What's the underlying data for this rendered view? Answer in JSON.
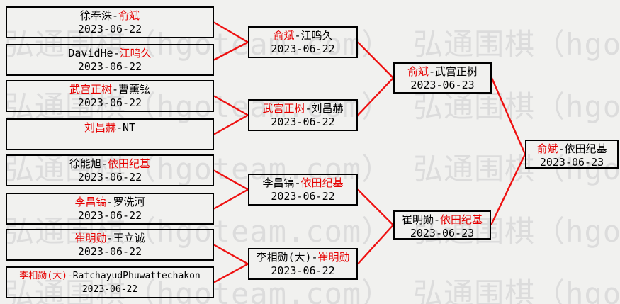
{
  "watermark": {
    "text": "弘通围棋（hgoteam.com）"
  },
  "colors": {
    "advance_red": "#e60000",
    "connector_red": "#ee1111",
    "watermark_gray": "#dcdcdc",
    "border_black": "#000000",
    "background": "#f1f1ef"
  },
  "rounds": {
    "round_of_16": [
      {
        "segments": [
          {
            "text": "徐奉洙-",
            "win": false
          },
          {
            "text": "俞斌",
            "win": true
          }
        ],
        "date": "2023-06-22"
      },
      {
        "segments": [
          {
            "text": "DavidHe-",
            "win": false
          },
          {
            "text": "江鸣久",
            "win": true
          }
        ],
        "date": "2023-06-22"
      },
      {
        "segments": [
          {
            "text": "武宫正树",
            "win": true
          },
          {
            "text": "-曹薰铉",
            "win": false
          }
        ],
        "date": "2023-06-22"
      },
      {
        "segments": [
          {
            "text": "刘昌赫",
            "win": true
          },
          {
            "text": "-NT",
            "win": false
          }
        ],
        "date": ""
      },
      {
        "segments": [
          {
            "text": "徐能旭-",
            "win": false
          },
          {
            "text": "依田纪基",
            "win": true
          }
        ],
        "date": "2023-06-22"
      },
      {
        "segments": [
          {
            "text": "李昌镐",
            "win": true
          },
          {
            "text": "-罗洗河",
            "win": false
          }
        ],
        "date": "2023-06-22"
      },
      {
        "segments": [
          {
            "text": "崔明勋",
            "win": true
          },
          {
            "text": "-王立诚",
            "win": false
          }
        ],
        "date": "2023-06-22"
      },
      {
        "segments": [
          {
            "text": "李相勋(大)",
            "win": true
          },
          {
            "text": "-RatchayudPhuwattechakon",
            "win": false
          }
        ],
        "date": "2023-06-22"
      }
    ],
    "quarterfinals": [
      {
        "segments": [
          {
            "text": "俞斌",
            "win": true
          },
          {
            "text": "-江鸣久",
            "win": false
          }
        ],
        "date": "2023-06-22"
      },
      {
        "segments": [
          {
            "text": "武宫正树",
            "win": true
          },
          {
            "text": "-刘昌赫",
            "win": false
          }
        ],
        "date": "2023-06-22"
      },
      {
        "segments": [
          {
            "text": "李昌镐-",
            "win": false
          },
          {
            "text": "依田纪基",
            "win": true
          }
        ],
        "date": "2023-06-22"
      },
      {
        "segments": [
          {
            "text": "李相勋(大)-",
            "win": false
          },
          {
            "text": "崔明勋",
            "win": true
          }
        ],
        "date": "2023-06-22"
      }
    ],
    "semifinals": [
      {
        "segments": [
          {
            "text": "俞斌",
            "win": true
          },
          {
            "text": "-武宫正树",
            "win": false
          }
        ],
        "date": "2023-06-23"
      },
      {
        "segments": [
          {
            "text": "崔明勋-",
            "win": false
          },
          {
            "text": "依田纪基",
            "win": true
          }
        ],
        "date": "2023-06-23"
      }
    ],
    "final": [
      {
        "segments": [
          {
            "text": "俞斌",
            "win": true
          },
          {
            "text": "-依田纪基",
            "win": false
          }
        ],
        "date": "2023-06-23"
      }
    ]
  }
}
